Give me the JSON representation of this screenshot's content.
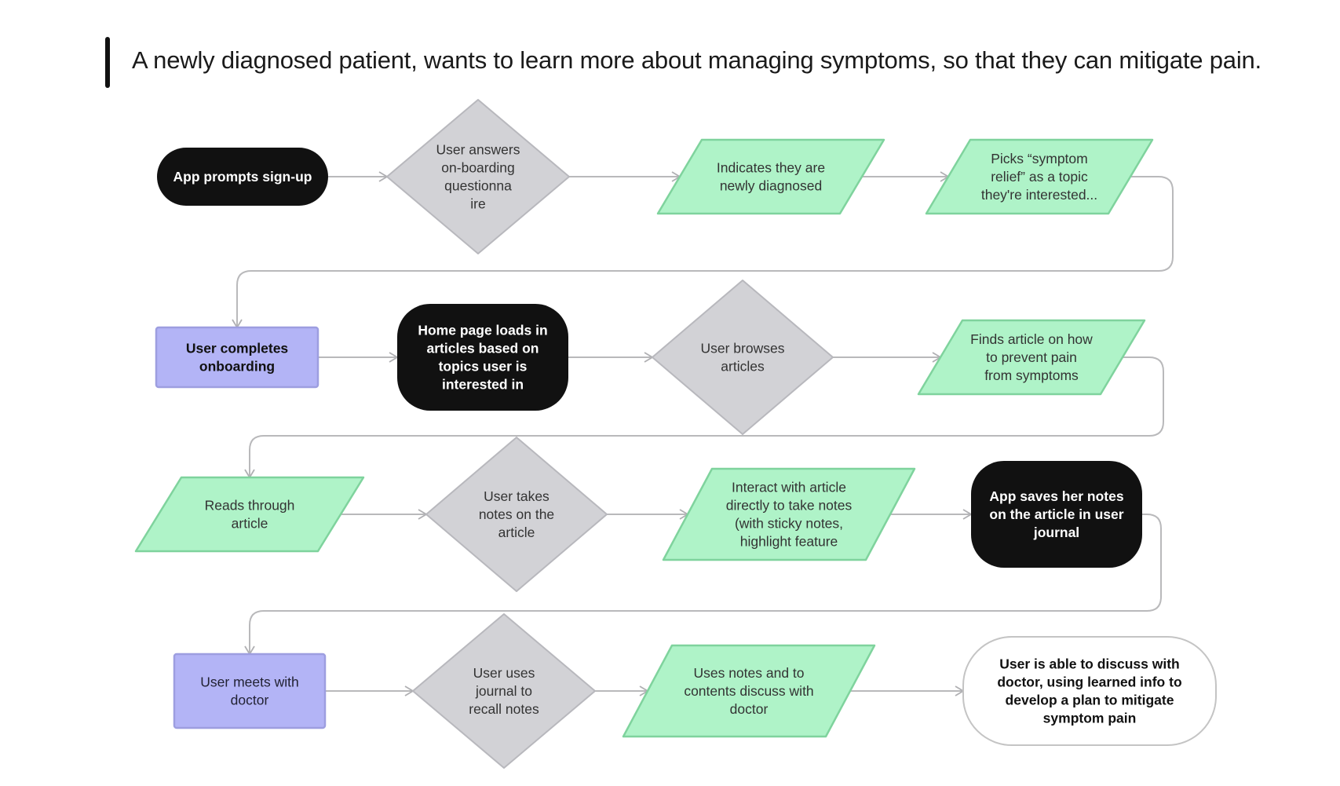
{
  "heading": "A newly diagnosed patient, wants to learn more about managing symptoms, so that they can mitigate pain.",
  "colors": {
    "terminal": "#111111",
    "decision": "#d2d2d6",
    "decision_stroke": "#b8b8bd",
    "io": "#aff3c8",
    "io_stroke": "#7fd39d",
    "process": "#b3b4f6",
    "process_stroke": "#9d9ee0",
    "end": "#ffffff",
    "end_stroke": "#c4c4c4",
    "connector": "#b9b9bb"
  },
  "nodes": [
    {
      "id": "n1",
      "shape": "terminal",
      "lines": [
        "App prompts sign-up"
      ]
    },
    {
      "id": "n2",
      "shape": "decision",
      "lines": [
        "User answers",
        "on-boarding",
        "questionna",
        "ire"
      ]
    },
    {
      "id": "n3",
      "shape": "io",
      "lines": [
        "Indicates they are",
        "newly diagnosed"
      ]
    },
    {
      "id": "n4",
      "shape": "io",
      "lines": [
        "Picks “symptom",
        "relief” as a topic",
        "they're interested..."
      ]
    },
    {
      "id": "n5",
      "shape": "process",
      "lines": [
        "User completes",
        "onboarding"
      ]
    },
    {
      "id": "n6",
      "shape": "terminal",
      "lines": [
        "Home page loads in",
        "articles based on",
        "topics user is",
        "interested in"
      ]
    },
    {
      "id": "n7",
      "shape": "decision",
      "lines": [
        "User browses",
        "articles"
      ]
    },
    {
      "id": "n8",
      "shape": "io",
      "lines": [
        "Finds article on how",
        "to prevent pain",
        "from symptoms"
      ]
    },
    {
      "id": "n9",
      "shape": "io",
      "lines": [
        "Reads through",
        "article"
      ]
    },
    {
      "id": "n10",
      "shape": "decision",
      "lines": [
        "User takes",
        "notes on the",
        "article"
      ]
    },
    {
      "id": "n11",
      "shape": "io",
      "lines": [
        "Interact with article",
        "directly to take notes",
        "(with sticky notes,",
        "highlight feature"
      ]
    },
    {
      "id": "n12",
      "shape": "terminal",
      "lines": [
        "App saves her notes",
        "on the article in user",
        "journal"
      ]
    },
    {
      "id": "n13",
      "shape": "process",
      "lines": [
        "User meets with",
        "doctor"
      ]
    },
    {
      "id": "n14",
      "shape": "decision",
      "lines": [
        "User uses",
        "journal to",
        "recall notes"
      ]
    },
    {
      "id": "n15",
      "shape": "io",
      "lines": [
        "Uses notes and to",
        "contents discuss with",
        "doctor"
      ]
    },
    {
      "id": "n16",
      "shape": "end",
      "lines": [
        "User is able to discuss with",
        "doctor, using learned info to",
        "develop a plan to mitigate",
        "symptom pain"
      ]
    }
  ],
  "edges": [
    [
      "n1",
      "n2"
    ],
    [
      "n2",
      "n3"
    ],
    [
      "n3",
      "n4"
    ],
    [
      "n4",
      "n5"
    ],
    [
      "n5",
      "n6"
    ],
    [
      "n6",
      "n7"
    ],
    [
      "n7",
      "n8"
    ],
    [
      "n8",
      "n9"
    ],
    [
      "n9",
      "n10"
    ],
    [
      "n10",
      "n11"
    ],
    [
      "n11",
      "n12"
    ],
    [
      "n12",
      "n13"
    ],
    [
      "n13",
      "n14"
    ],
    [
      "n14",
      "n15"
    ],
    [
      "n15",
      "n16"
    ]
  ]
}
